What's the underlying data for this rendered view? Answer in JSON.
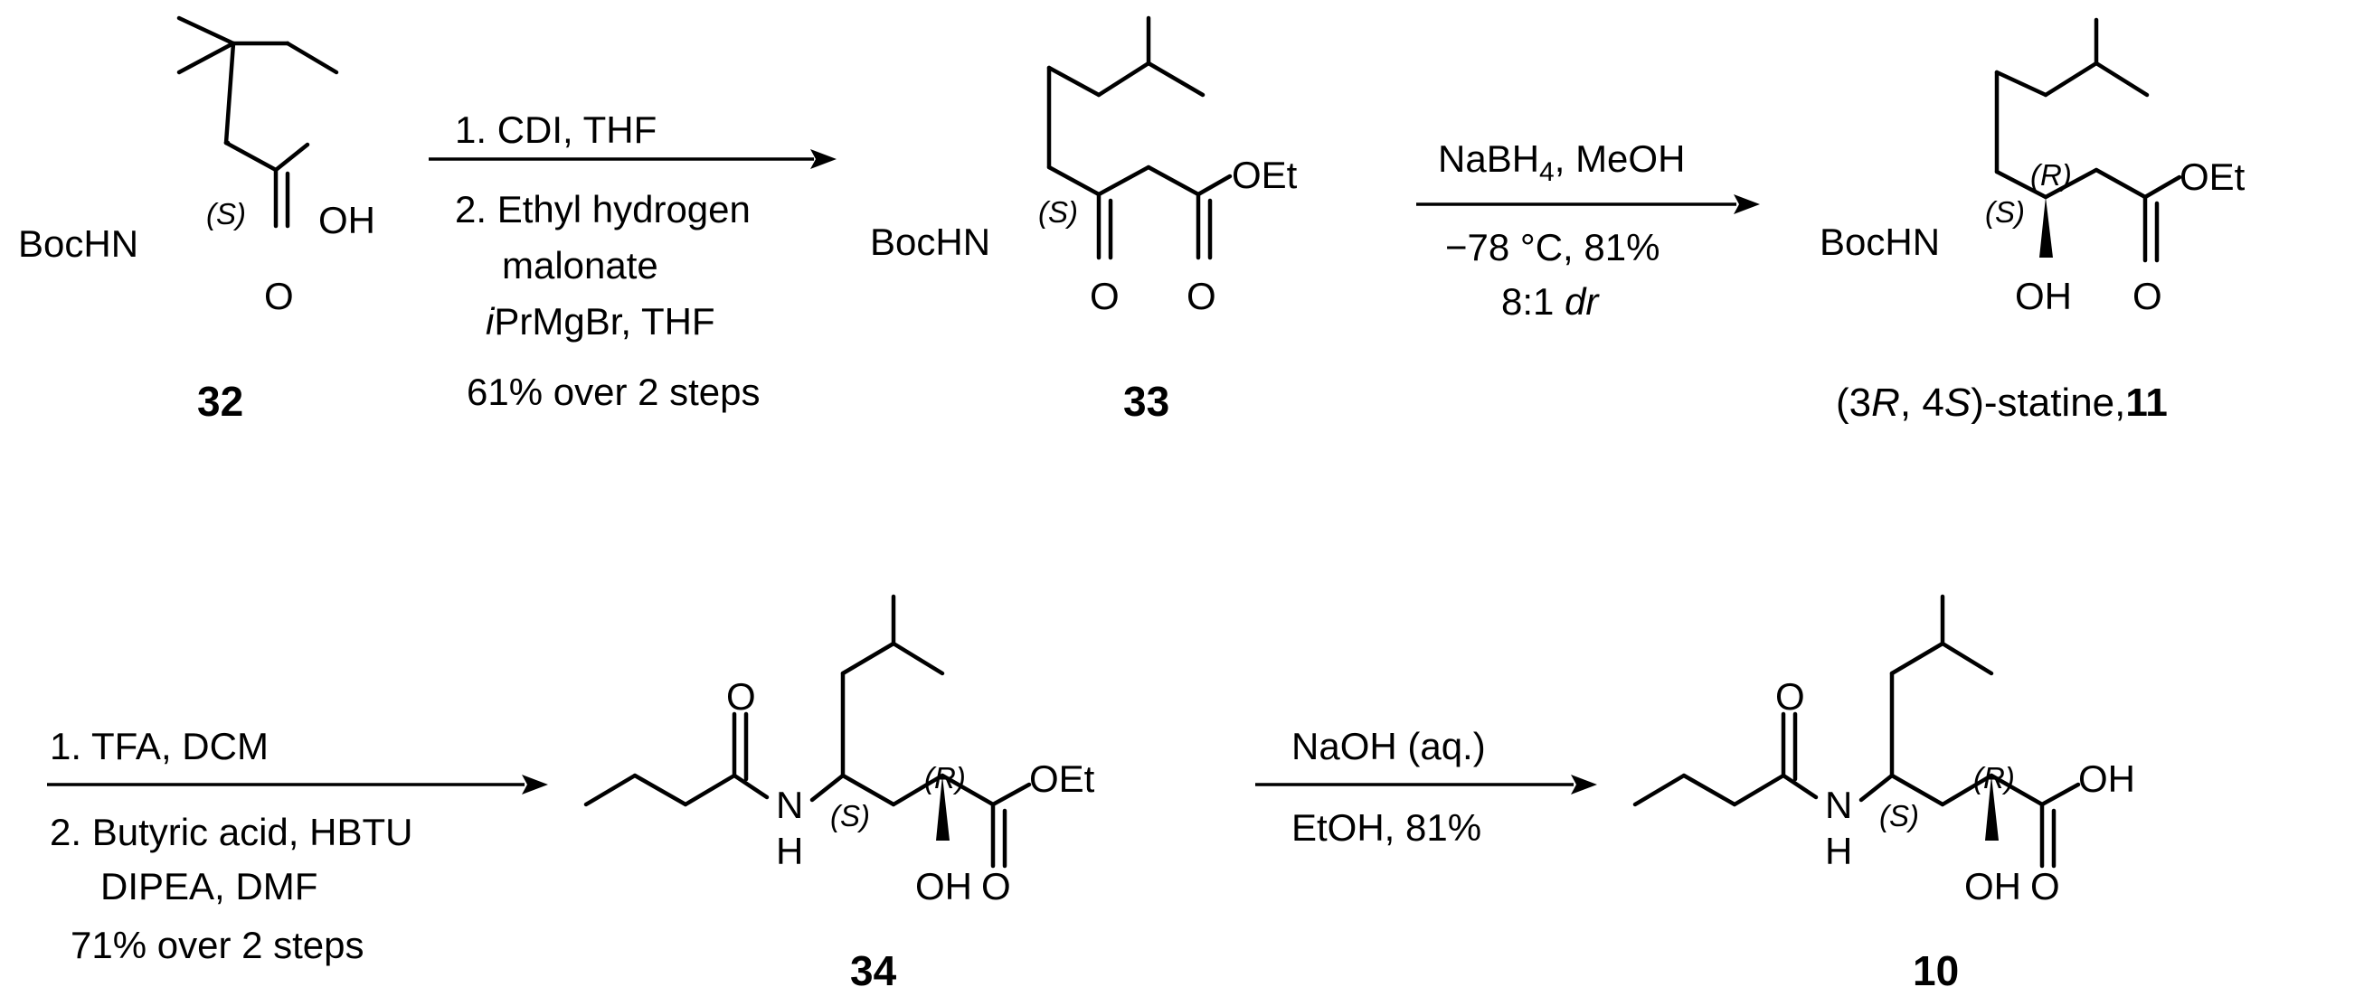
{
  "atoms": {
    "boc_hn": "BocHN",
    "oh": "OH",
    "o": "O",
    "oet": "OEt",
    "n": "N",
    "h": "H"
  },
  "stereo": {
    "s": "(S)",
    "r": "(R)"
  },
  "arrows": [
    {
      "line1": "1. CDI, THF",
      "line2": "2. Ethyl hydrogen",
      "line3": "malonate",
      "line4_italic": "i",
      "line4_rest": "PrMgBr, THF",
      "line5": "61% over 2 steps"
    },
    {
      "line1_main": "NaBH",
      "line1_sub": "4",
      "line1_rest": ", MeOH",
      "line2": "−78 °C, 81%",
      "line3_main": "8:1 ",
      "line3_italic": "dr"
    },
    {
      "line1": "1. TFA, DCM",
      "line2": "2. Butyric acid, HBTU",
      "line3": "DIPEA, DMF",
      "line4": "71% over 2 steps"
    },
    {
      "line1": "NaOH (aq.)",
      "line2": "EtOH, 81%"
    }
  ],
  "compounds": {
    "c32": "32",
    "c33": "33",
    "c34": "34",
    "c10": "10",
    "c11_prefix": "(3",
    "c11_r": "R",
    "c11_mid": ", 4",
    "c11_s": "S",
    "c11_suffix": ")-statine,",
    "c11_num": "11"
  }
}
